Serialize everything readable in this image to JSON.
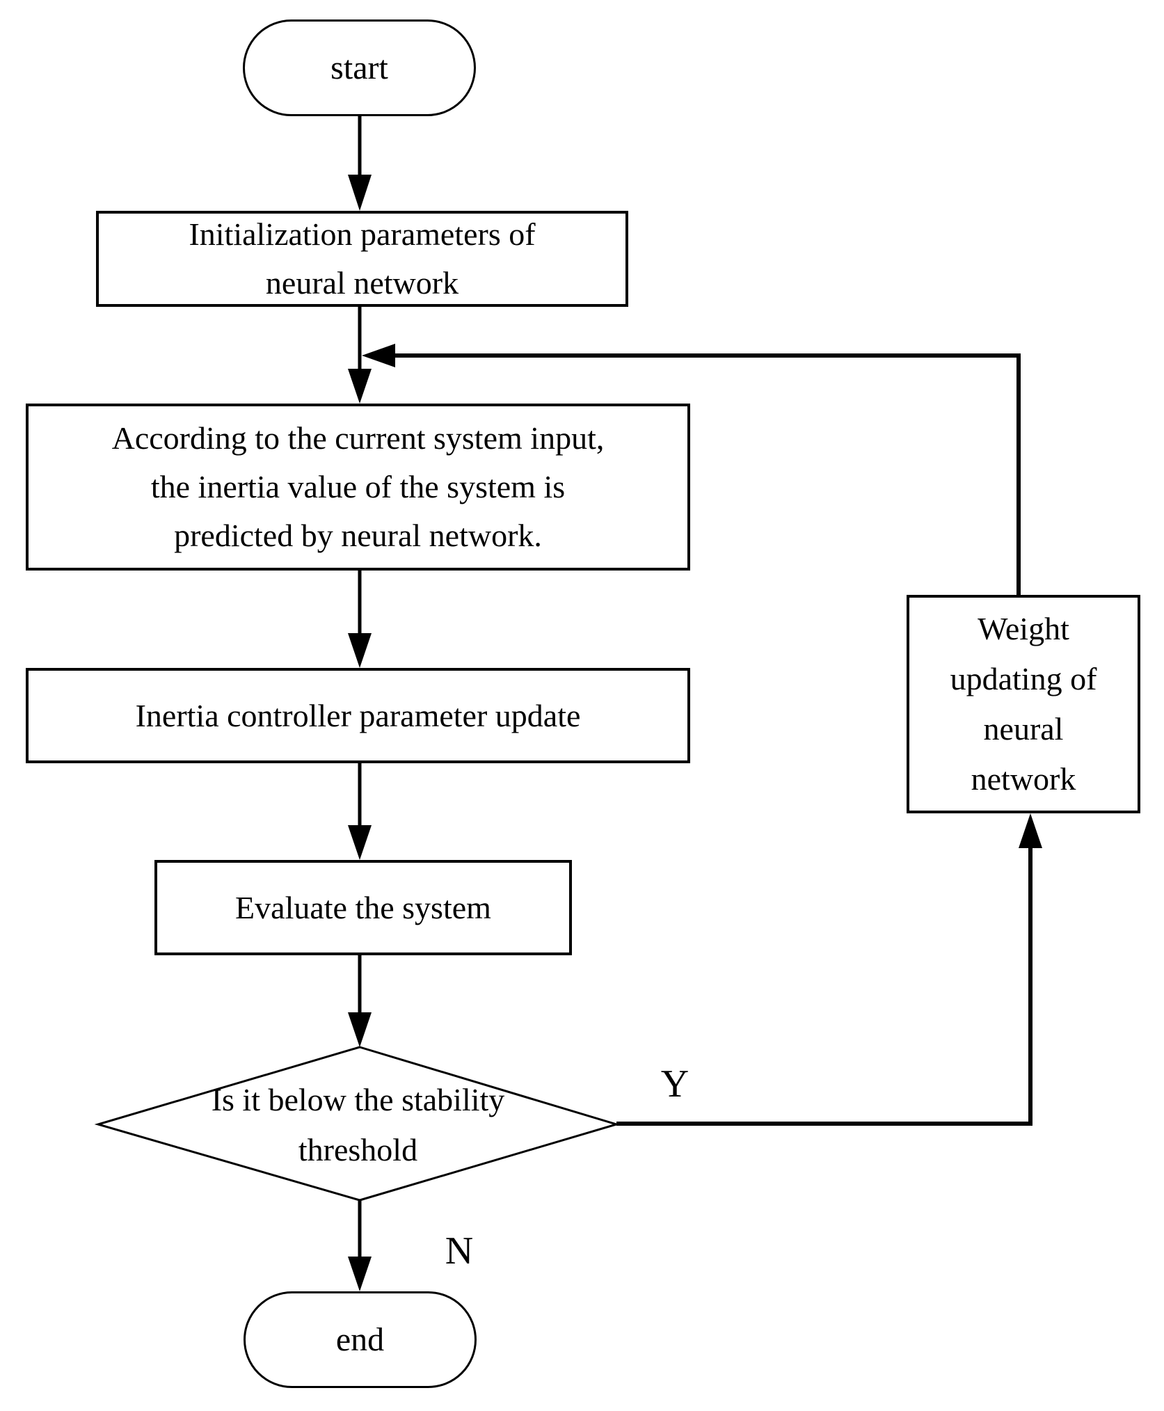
{
  "diagram": {
    "type": "flowchart",
    "colors": {
      "stroke": "#000000",
      "background": "#ffffff"
    },
    "nodes": {
      "start": {
        "label": "start"
      },
      "init": {
        "lines": [
          "Initialization parameters of",
          "neural network"
        ]
      },
      "predict": {
        "lines": [
          "According to the current system input,",
          "the inertia value of the system is",
          "predicted by neural network."
        ]
      },
      "inertia_update": {
        "lines": [
          "Inertia controller parameter update"
        ]
      },
      "evaluate": {
        "lines": [
          "Evaluate the system"
        ]
      },
      "decision": {
        "lines": [
          "Is it below the stability",
          "threshold"
        ]
      },
      "weight_update": {
        "lines": [
          "Weight",
          "updating of",
          "neural",
          "network"
        ]
      },
      "end": {
        "label": "end"
      }
    },
    "labels": {
      "yes": "Y",
      "no": "N"
    }
  }
}
